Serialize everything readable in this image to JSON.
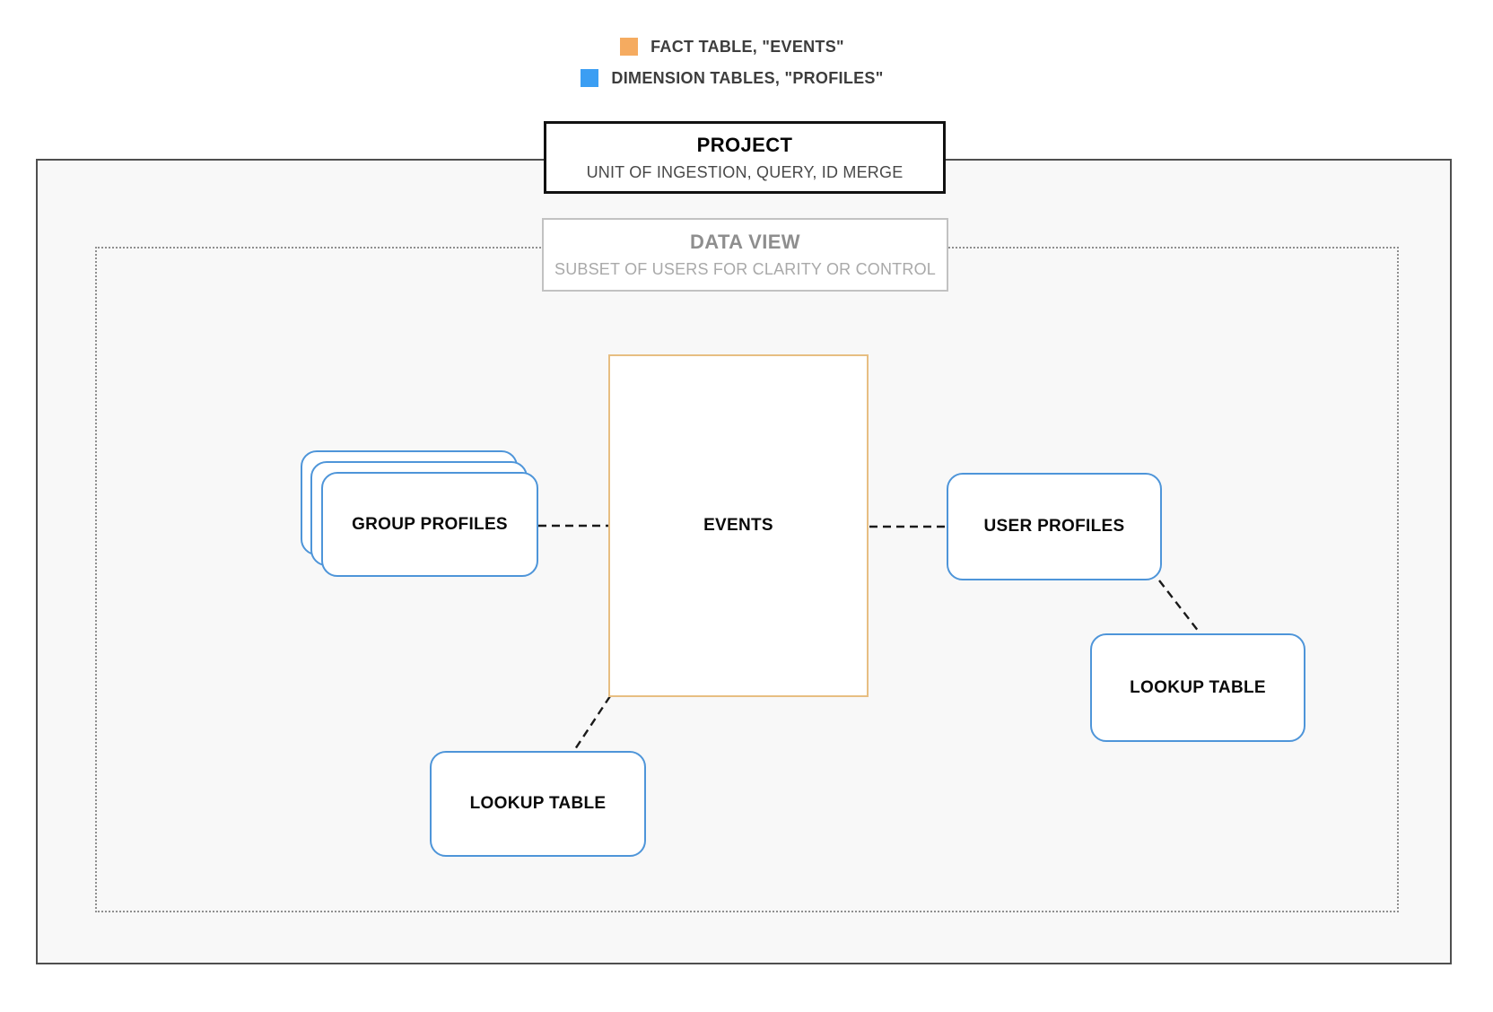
{
  "legend": {
    "items": [
      {
        "id": "fact",
        "label": "FACT TABLE, \"EVENTS\"",
        "color": "#F5AB60"
      },
      {
        "id": "dimension",
        "label": "DIMENSION TABLES, \"PROFILES\"",
        "color": "#3B9EF3"
      }
    ]
  },
  "containers": {
    "project": {
      "title": "PROJECT",
      "subtitle": "UNIT OF INGESTION, QUERY, ID MERGE"
    },
    "data_view": {
      "title": "DATA VIEW",
      "subtitle": "SUBSET OF USERS FOR CLARITY OR CONTROL"
    }
  },
  "nodes": {
    "events": {
      "label": "EVENTS",
      "type": "fact"
    },
    "group_profiles": {
      "label": "GROUP PROFILES",
      "type": "dimension"
    },
    "user_profiles": {
      "label": "USER PROFILES",
      "type": "dimension"
    },
    "lookup_table_left": {
      "label": "LOOKUP TABLE",
      "type": "dimension"
    },
    "lookup_table_right": {
      "label": "LOOKUP TABLE",
      "type": "dimension"
    }
  },
  "colors": {
    "fact_swatch": "#F5AB60",
    "dimension_swatch": "#3B9EF3",
    "fact_border": "#E7BE82",
    "dimension_border": "#4E95D9",
    "connector": "#1A1A1A"
  }
}
